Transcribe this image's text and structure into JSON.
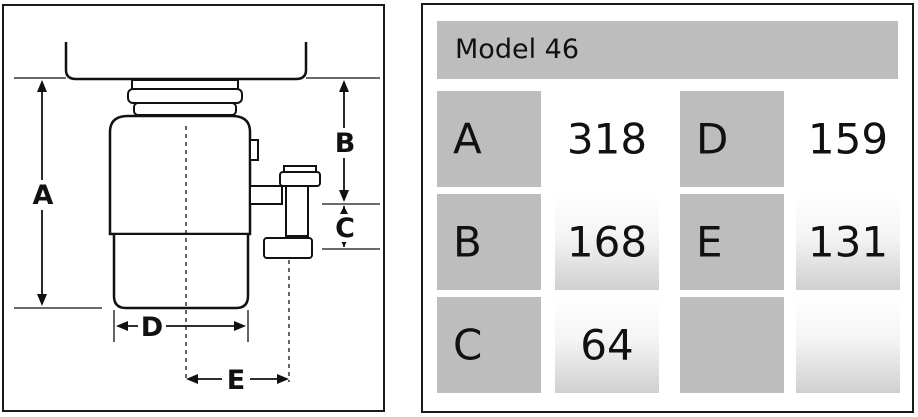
{
  "diagram": {
    "dimension_labels": [
      "A",
      "B",
      "C",
      "D",
      "E"
    ]
  },
  "spec_table": {
    "model_title": "Model 46",
    "rows": [
      {
        "left_label": "A",
        "left_value": "318",
        "right_label": "D",
        "right_value": "159"
      },
      {
        "left_label": "B",
        "left_value": "168",
        "right_label": "E",
        "right_value": "131"
      },
      {
        "left_label": "C",
        "left_value": "64",
        "right_label": "",
        "right_value": ""
      }
    ]
  },
  "colors": {
    "cell_gray": "#bdbdbd",
    "line": "#111111"
  }
}
